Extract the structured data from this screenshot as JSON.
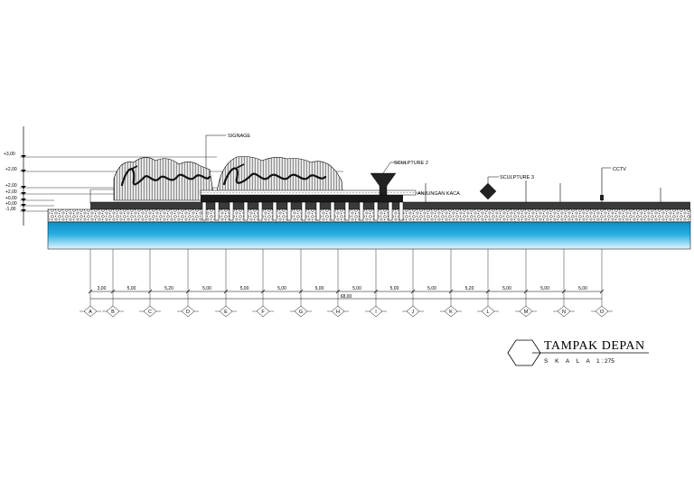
{
  "levels": [
    "+3,00",
    "+2,00",
    "+2,00",
    "+2,00",
    "+0,00",
    "+0,00",
    "-1,00"
  ],
  "callouts": {
    "signage": "SIGNAGE",
    "sculpture2": "SCULPTURE 2",
    "sculpture3": "SCULPTURE 3",
    "anjungan": "ANJUNGAN KACA",
    "cctv": "CCTV"
  },
  "dimensions": {
    "segments": [
      "3,00",
      "5,00",
      "5,20",
      "5,00",
      "5,00",
      "5,00",
      "5,00",
      "5,00",
      "5,00",
      "5,00",
      "5,20",
      "5,00",
      "5,00",
      "5,00"
    ],
    "total": "68,00"
  },
  "grid_labels": [
    "A",
    "B",
    "C",
    "D",
    "E",
    "F",
    "G",
    "H",
    "I",
    "J",
    "K",
    "L",
    "M",
    "N",
    "O"
  ],
  "title": {
    "name": "TAMPAK DEPAN",
    "scale_label": "S K A L A",
    "scale_value": "1 : 275"
  },
  "colors": {
    "water_top": "#1fa6d6",
    "water_bottom": "#dff3fb",
    "line": "#000000"
  }
}
